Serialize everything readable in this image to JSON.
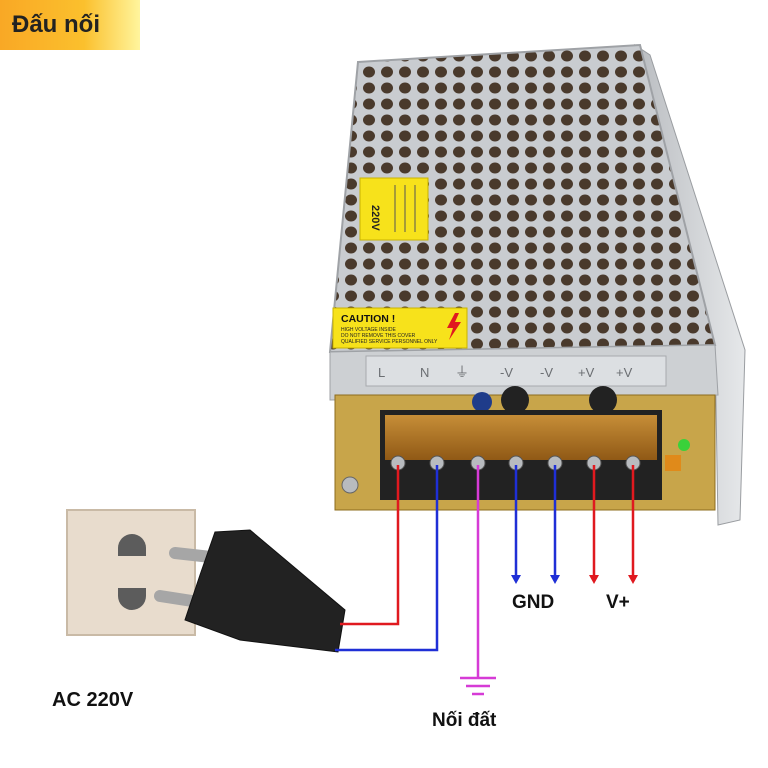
{
  "title": "Đấu nối",
  "labels": {
    "gnd": "GND",
    "vplus": "V+",
    "ac": "AC 220V",
    "earth": "Nối đất"
  },
  "psu": {
    "caution_title": "CAUTION !",
    "caution_lines": [
      "HIGH VOLTAGE INSIDE",
      "DO NOT REMOVE THIS COVER",
      "QUALIFIED SERVICE PERSONNEL ONLY"
    ],
    "voltage_label": "220V",
    "terminal_marks": [
      "L",
      "N",
      "⏚",
      "-V",
      "-V",
      "+V",
      "+V"
    ]
  },
  "colors": {
    "live_wire": "#e0191f",
    "neutral_wire": "#1f2fd6",
    "earth_wire": "#d63bd6",
    "output_positive": "#e0191f",
    "output_negative": "#1f2fd6",
    "badge": "#f9a825"
  }
}
